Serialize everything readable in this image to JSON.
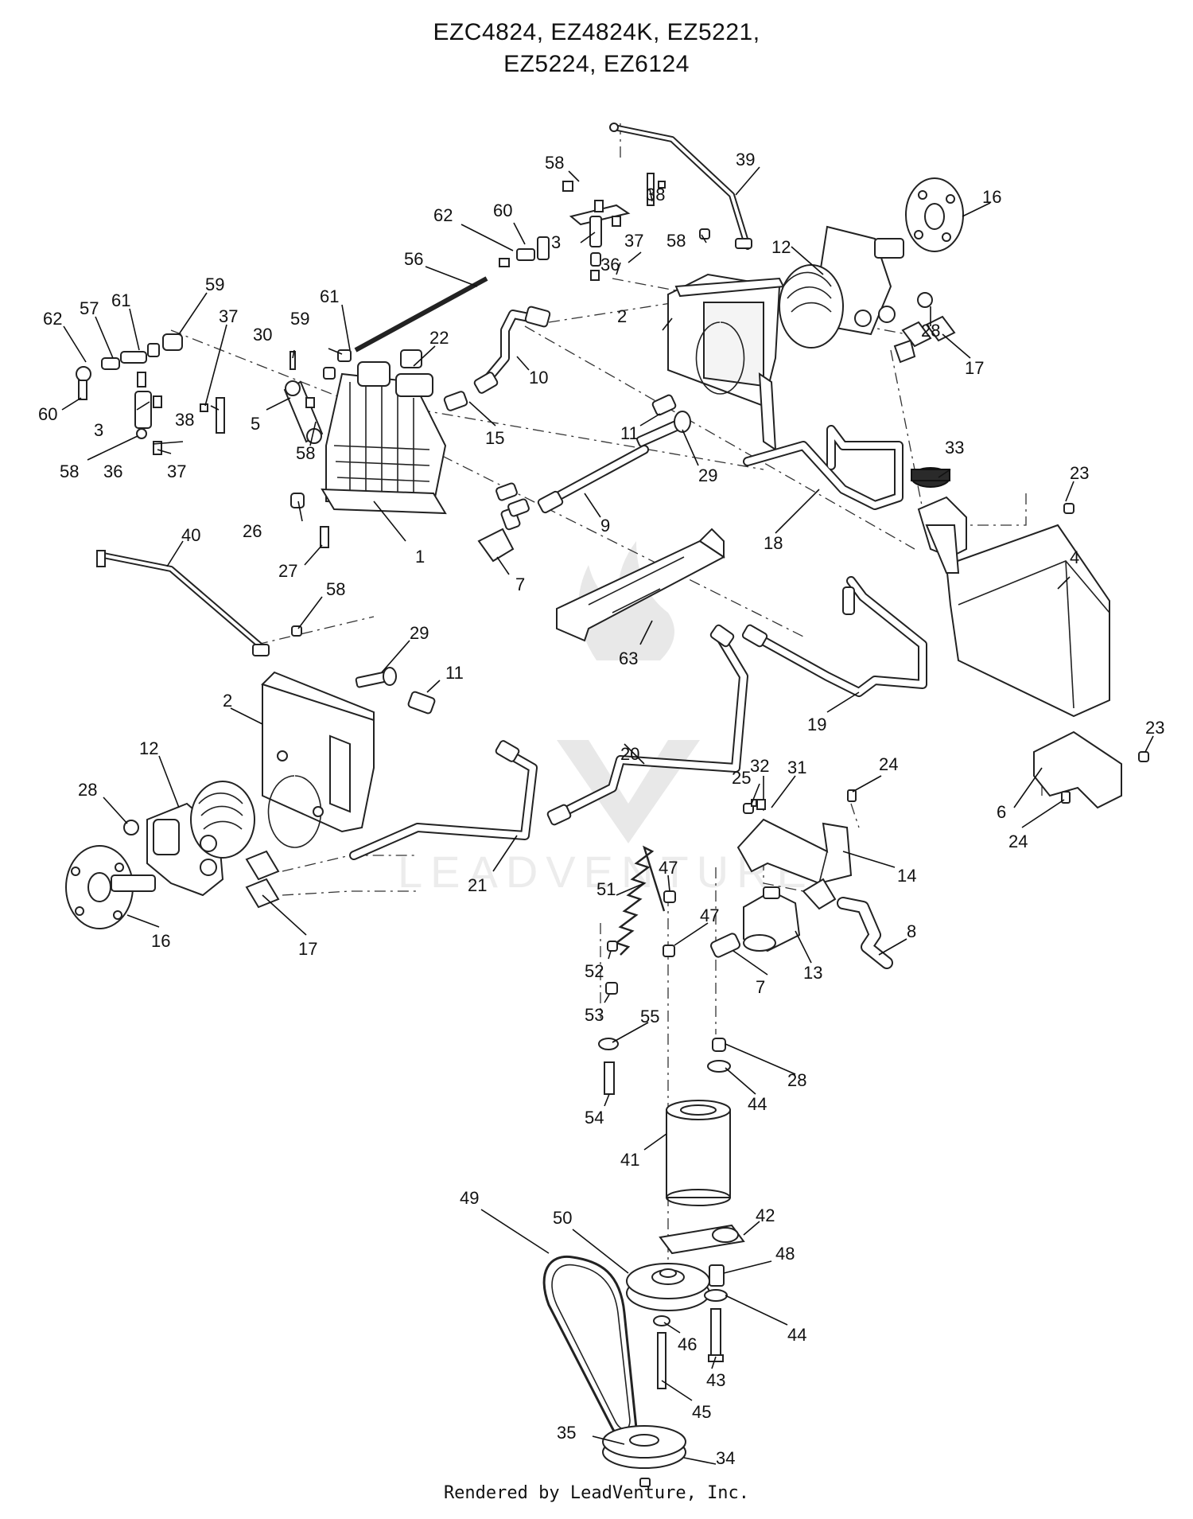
{
  "title_line1": "EZC4824, EZ4824K, EZ5221,",
  "title_line2": "EZ5224, EZ6124",
  "footer": "Rendered by LeadVenture, Inc.",
  "watermark": "LEADVENTURE",
  "callouts": {
    "c1": "1",
    "c2a": "2",
    "c2b": "2",
    "c3a": "3",
    "c3b": "3",
    "c4": "4",
    "c5": "5",
    "c6": "6",
    "c7a": "7",
    "c7b": "7",
    "c8": "8",
    "c9": "9",
    "c10": "10",
    "c11a": "11",
    "c11b": "11",
    "c12a": "12",
    "c12b": "12",
    "c13": "13",
    "c14": "14",
    "c15": "15",
    "c16a": "16",
    "c16b": "16",
    "c17a": "17",
    "c17b": "17",
    "c18": "18",
    "c19": "19",
    "c20": "20",
    "c21": "21",
    "c22": "22",
    "c23a": "23",
    "c23b": "23",
    "c24a": "24",
    "c24b": "24",
    "c25": "25",
    "c26": "26",
    "c27": "27",
    "c28a": "28",
    "c28b": "28",
    "c28c": "28",
    "c29a": "29",
    "c29b": "29",
    "c30": "30",
    "c31": "31",
    "c32": "32",
    "c33": "33",
    "c34": "34",
    "c35": "35",
    "c36a": "36",
    "c36b": "36",
    "c37a": "37",
    "c37b": "37",
    "c37c": "37",
    "c38a": "38",
    "c38b": "38",
    "c39": "39",
    "c40": "40",
    "c41": "41",
    "c42": "42",
    "c43": "43",
    "c44a": "44",
    "c44b": "44",
    "c45": "45",
    "c46": "46",
    "c47a": "47",
    "c47b": "47",
    "c48": "48",
    "c49": "49",
    "c50": "50",
    "c51": "51",
    "c52": "52",
    "c53": "53",
    "c54": "54",
    "c55": "55",
    "c56": "56",
    "c57": "57",
    "c58a": "58",
    "c58b": "58",
    "c58c": "58",
    "c58d": "58",
    "c58e": "58",
    "c59a": "59",
    "c59b": "59",
    "c60a": "60",
    "c60b": "60",
    "c61a": "61",
    "c61b": "61",
    "c62a": "62",
    "c62b": "62",
    "c63": "63"
  }
}
